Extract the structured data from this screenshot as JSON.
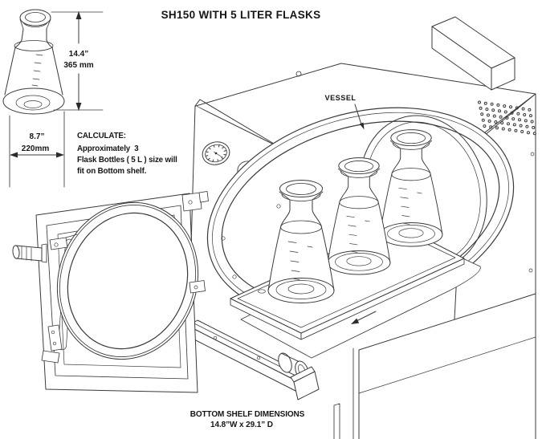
{
  "title": "SH150 WITH 5 LITER FLASKS",
  "flask_dims": {
    "height_in": "14.4”",
    "height_mm": "365 mm",
    "width_in": "8.7”",
    "width_mm": "220mm"
  },
  "calculate": {
    "heading": "CALCULATE:",
    "line1": "Approximately  3",
    "line2": "Flask Bottles ( 5 L ) size will",
    "line3": "fit on Bottom shelf."
  },
  "vessel": {
    "label": "VESSEL"
  },
  "bottom_shelf": {
    "heading": "BOTTOM SHELF DIMENSIONS",
    "size": "14.8”W x 29.1” D"
  },
  "colors": {
    "line": "#3a3a3a",
    "text": "#161616",
    "background": "#ffffff"
  }
}
